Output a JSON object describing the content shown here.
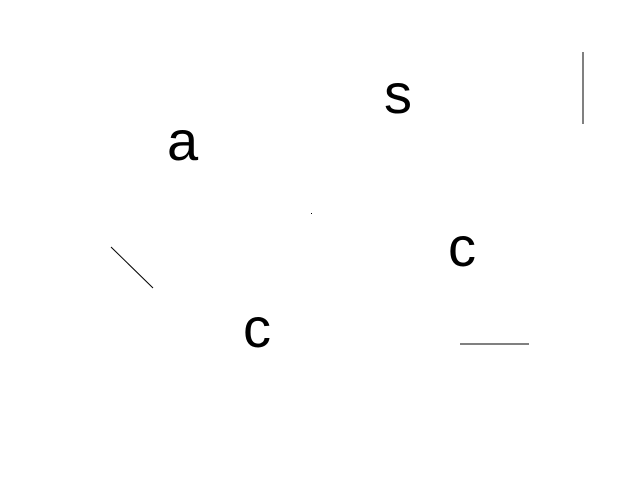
{
  "letters": {
    "a": "a",
    "s": "s",
    "c_upper": "c",
    "c_lower": "c"
  },
  "colors": {
    "background": "#ffffff",
    "ink": "#000000"
  }
}
